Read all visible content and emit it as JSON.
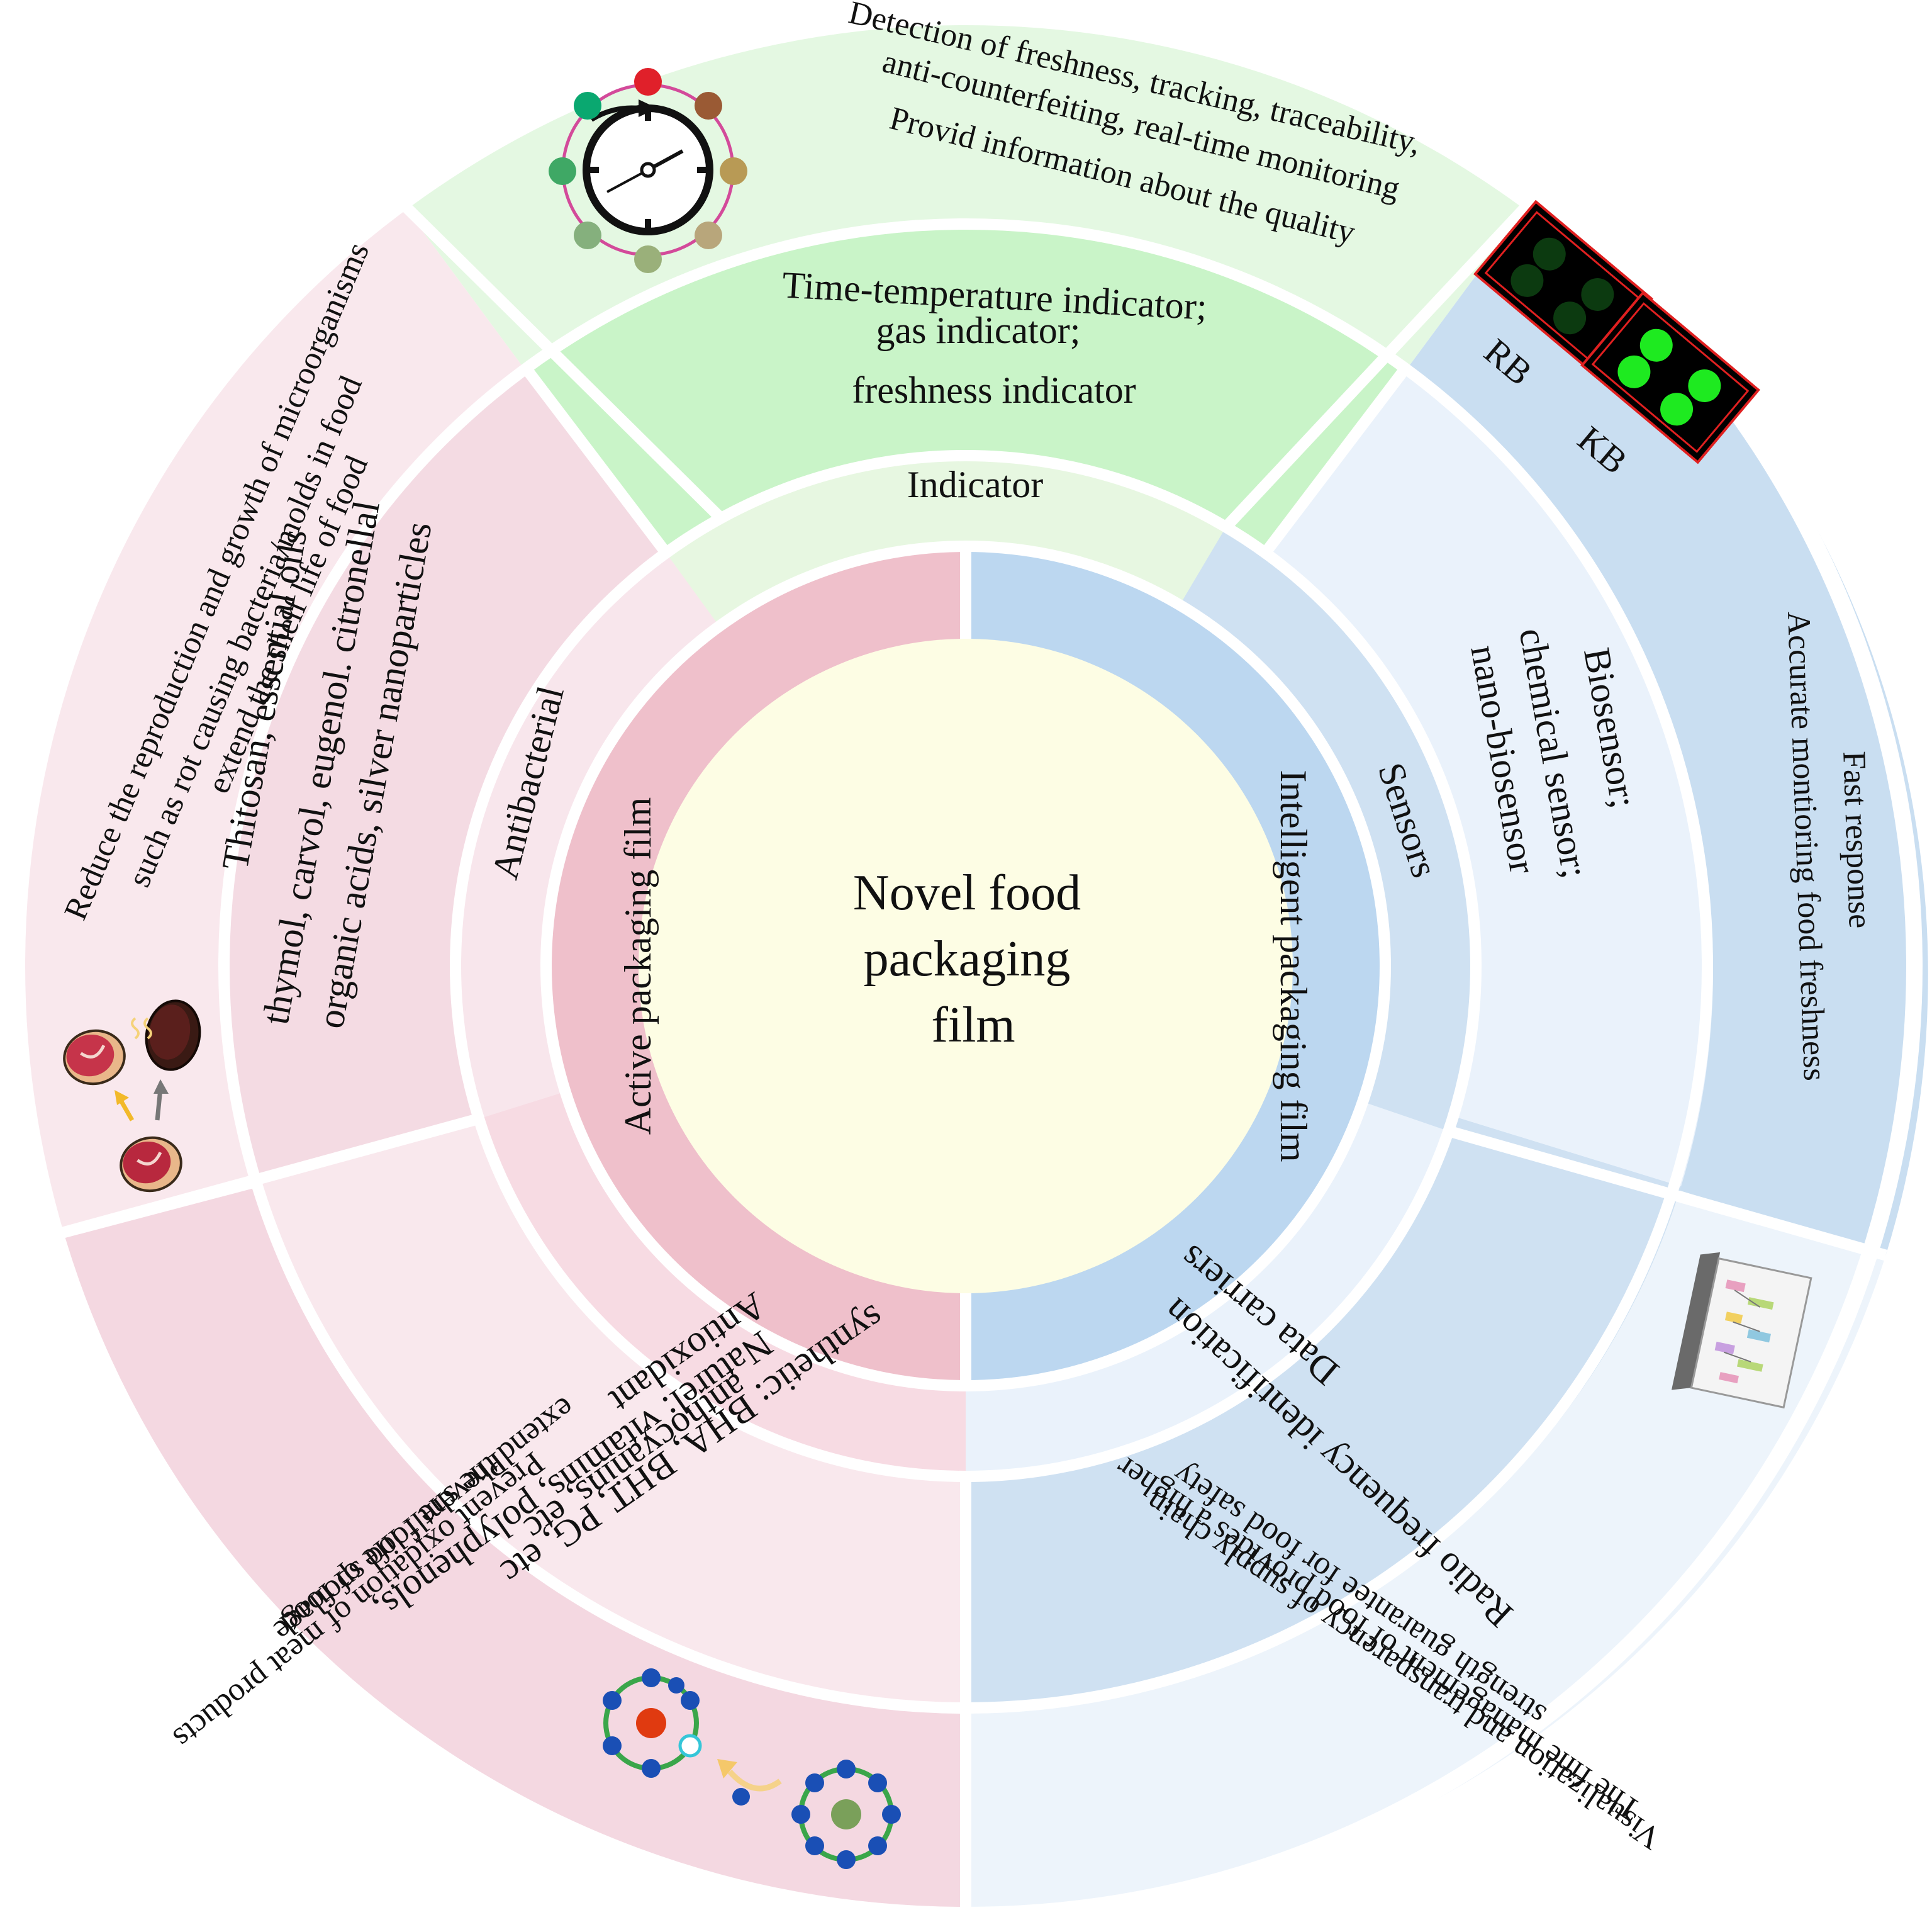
{
  "colors": {
    "center": "#fdfde4",
    "active_ring": "#efc0cb",
    "intelligent_ring": "#bcd7f0",
    "antibacterial_mid": "#f8e6ec",
    "antibacterial_out": "#f4dbe3",
    "antibacterial_outer": "#f9e8ed",
    "antioxidant_mid": "#f7dbe3",
    "antioxidant_out": "#f9e8ed",
    "antioxidant_outer": "#f4d8e1",
    "indicator_mid": "#e7f7e1",
    "indicator_out": "#c9f4c8",
    "indicator_outer": "#e4f8e2",
    "sensors_mid": "#cfe1f2",
    "sensors_out": "#eaf2fb",
    "sensors_outer": "#c9def1",
    "datacarriers_mid": "#eaf2fb",
    "datacarriers_out": "#cfe1f2",
    "datacarriers_outer": "#edf4fb",
    "lines": "#ffffff"
  },
  "center": {
    "lines": [
      "Novel food",
      "packaging",
      "film"
    ]
  },
  "inner_ring": {
    "active": "Active packaging film",
    "intelligent": "Intelligent packaging film"
  },
  "categories": {
    "antibacterial": "Antibacterial",
    "antioxidant": "Antioxidant",
    "indicator": "Indicator",
    "sensors": "Sensors",
    "data_carriers": "Data carriers"
  },
  "examples": {
    "antibacterial": [
      "Thitosan, essential oils",
      "thymol, carvol, eugenol. citronellal",
      "organic acids, silver nanoparticles"
    ],
    "antioxidant": [
      "synthetic: BHA, BHT, PG, etc",
      "anthocyanins, etc",
      "Naturel: vitamins, polyphenols,"
    ],
    "indicator": [
      "Time-temperature indicator;",
      "gas indicator;",
      "freshness indicator"
    ],
    "sensors": [
      "Biosensor;",
      "chemical sensor;",
      "nano-biosensor"
    ],
    "data_carriers": [
      "Radio frequency identification"
    ]
  },
  "functions": {
    "antibacterial": [
      "Reduce the reproduction and growth of microorganisms",
      "such as rot causing bacteria/molds in food",
      "extend the shelf life of food"
    ],
    "antioxidant": [
      "Prevent oxidation of meat products",
      "Prevent food spoilage",
      "extend the shelf life of food"
    ],
    "indicator": [
      "Detection of freshness, tracking, traceability,",
      "anti-counterfeiting, real-time monitoring",
      "Provid information about the quality"
    ],
    "sensors": [
      "Fast response",
      "Accurate montioring food freshness"
    ],
    "data_carriers": [
      "Visualization and transparency of supply chain",
      "The fine management of food provides a higher",
      "strength guarantee for food safety"
    ]
  },
  "sensor_labels": {
    "rb": "RB",
    "kb": "KB"
  },
  "icons": {
    "indicator": "clock-color-indicator-icon",
    "sensors": "sensor-array-icon",
    "antibacterial": "meat-spoilage-icon",
    "antioxidant": "free-radical-antioxidant-icon",
    "data_carriers": "laptop-icon"
  }
}
